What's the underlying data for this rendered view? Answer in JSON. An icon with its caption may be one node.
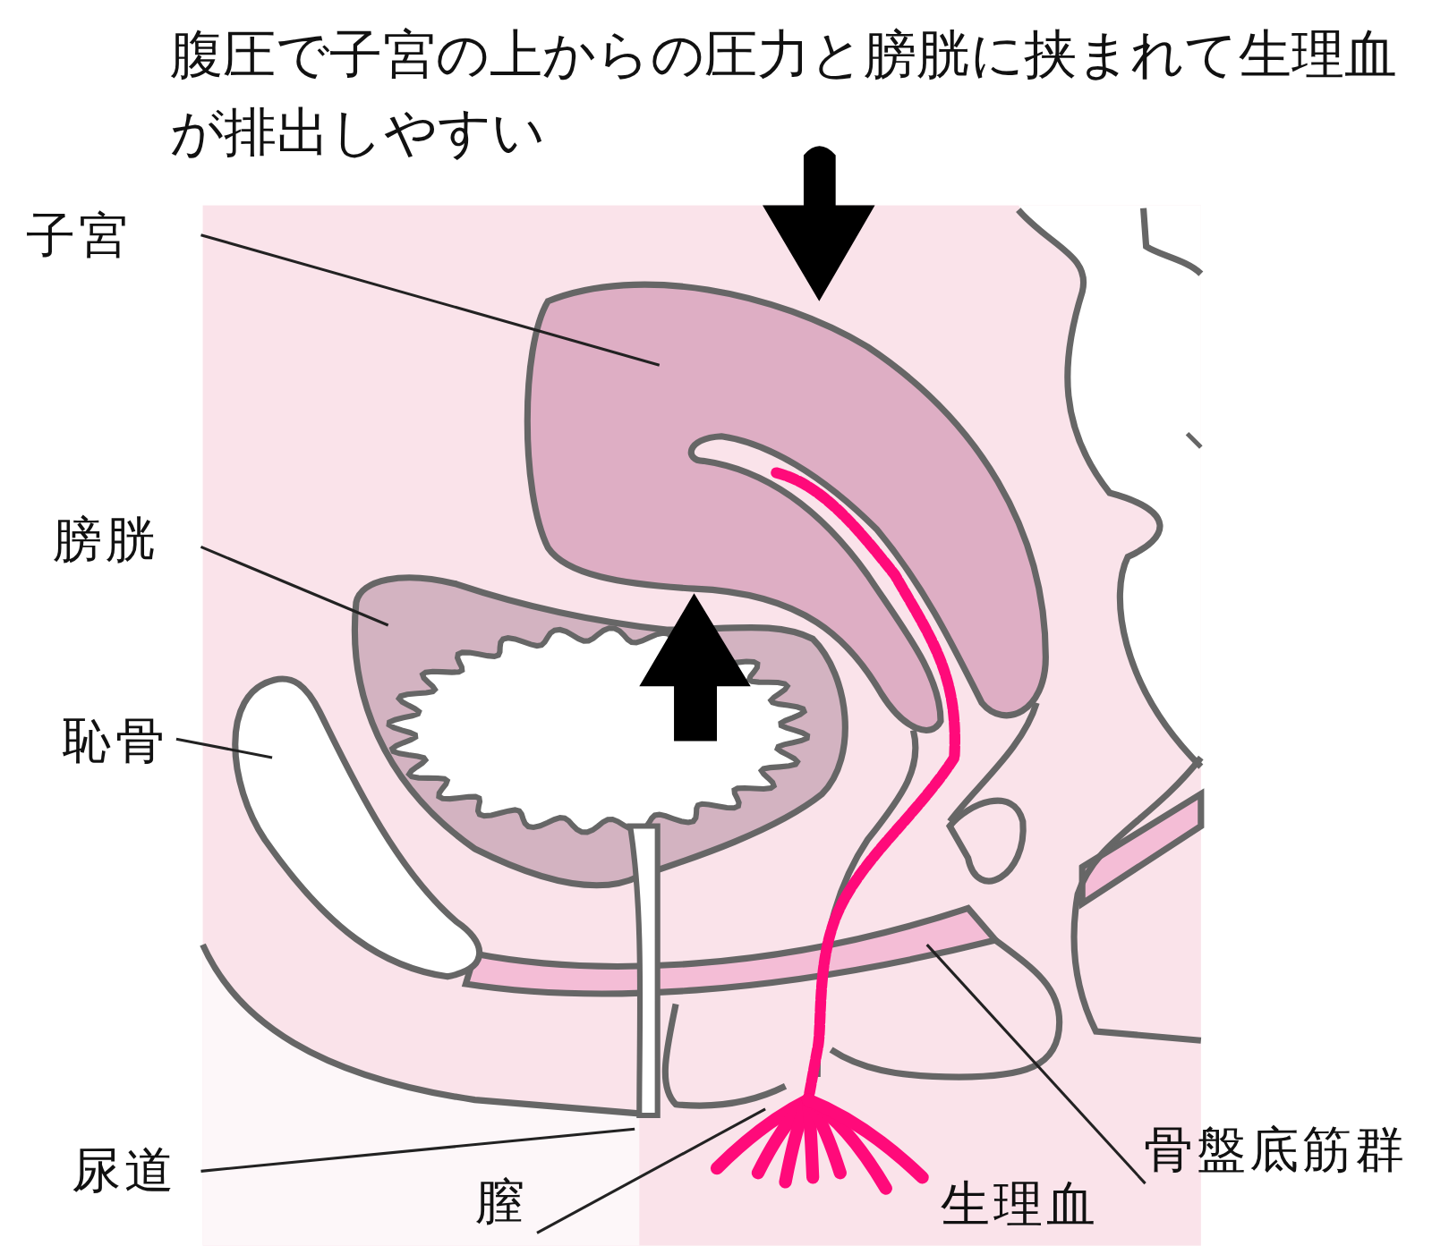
{
  "diagram": {
    "title": "腹圧で子宮の上からの圧力と膀胱に挟まれて生理血が排出しやすい",
    "nodes": [
      {
        "text": [
          "子宮"
        ]
      },
      {
        "text": [
          "膀胱"
        ]
      },
      {
        "text": [
          "恥骨"
        ]
      },
      {
        "text": [
          "尿道"
        ]
      },
      {
        "text": [
          "膣"
        ]
      },
      {
        "text": [
          "骨盤底筋群"
        ]
      }
    ],
    "edges": [
      {
        "from": 0,
        "to": null,
        "arrow": "none"
      },
      {
        "from": 1,
        "to": null,
        "arrow": "none"
      },
      {
        "from": 2,
        "to": null,
        "arrow": "none"
      },
      {
        "from": 3,
        "to": null,
        "arrow": "none"
      },
      {
        "from": 4,
        "to": null,
        "arrow": "none"
      },
      {
        "from": 5,
        "to": null,
        "arrow": "none"
      }
    ],
    "labels": [
      "生理血"
    ]
  }
}
